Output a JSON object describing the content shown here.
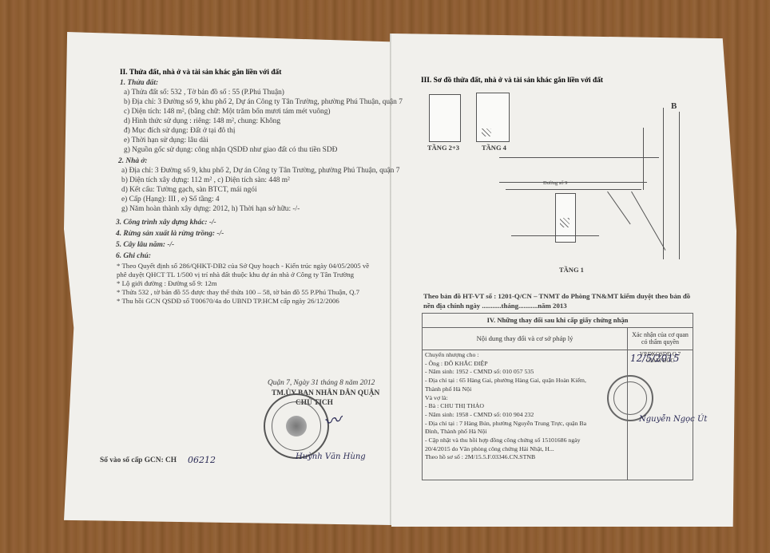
{
  "left": {
    "section_title": "II. Thửa đất, nhà ở và tài sản khác gắn liền với đất",
    "land": {
      "heading": "1. Thửa đất:",
      "lines": [
        "a) Thửa đất số:     532     , Tờ bản đồ số : 55 (P.Phú Thuận)",
        "b) Địa chỉ:  3 Đường số 9, khu phố 2, Dự án Công ty Tân Trường, phường Phú Thuận, quận 7",
        "c) Diện tích: 148 m², (bằng chữ: Một trăm bốn mươi tám mét vuông)",
        "d) Hình thức sử dụng : riêng:  148  m², chung: Không",
        "đ) Mục đích sử dụng: Đất ở tại đô thị",
        "e) Thời hạn sử dụng:  lâu dài",
        "g) Nguồn gốc sử dụng: công nhận QSDĐ như giao đất có thu tiền SDĐ"
      ]
    },
    "house": {
      "heading": "2. Nhà ở:",
      "lines": [
        "a) Địa chỉ:  3 Đường số 9, khu phố 2, Dự án Công ty Tân Trường, phường Phú Thuận, quận 7",
        "b) Diện tích xây dựng:  112 m²  , c) Diện tích sàn:  448 m²",
        "d) Kết cấu: Tường gạch, sàn BTCT, mái ngói",
        "e) Cấp (Hạng):  III  ,  e) Số tầng:    4",
        "g) Năm hoàn thành xây dựng:    2012,  h) Thời hạn sở hữu:   -/-"
      ]
    },
    "other": [
      "3. Công trình xây dựng khác: -/-",
      "4. Rừng sản xuất là rừng trồng: -/-",
      "5. Cây lâu năm: -/-"
    ],
    "notes": {
      "heading": "6. Ghi chú:",
      "lines": [
        "* Theo Quyết định số 286/QHKT-DB2 của Sở Quy hoạch - Kiến trúc ngày 04/05/2005 về",
        "phê duyệt QHCT TL 1/500 vị trí nhà đất thuộc khu dự án nhà ở Công ty Tân Trường",
        "* Lộ giới đường : Đường số 9:  12m",
        "* Thửa 532 , tờ bản đồ 55 được thay thế thửa 100 – 58, tờ bản đồ 55 P.Phú Thuận, Q.7",
        "* Thu hồi GCN QSDĐ số T00670/4a do UBND TP.HCM cấp ngày 26/12/2006"
      ]
    },
    "sign_date": "Quận 7, Ngày  31  tháng  8  năm 2012",
    "sign_org": "TM.ỦY BAN NHÂN DÂN QUẬN",
    "sign_role": "CHỦ TỊCH",
    "signer_name": "Huỳnh Văn Hùng",
    "register_label": "Số vào sổ cấp GCN: CH",
    "register_value": "06212"
  },
  "right": {
    "section_title": "III. Sơ đồ thửa đất, nhà ở và tài sản khác gắn liền với đất",
    "floor_labels": [
      "TẦNG 2+3",
      "TẦNG 4",
      "TẦNG 1"
    ],
    "marker": "B",
    "road_label": "Đường số 9",
    "verify_line1": "Theo bản đồ HT-VT số : 1201-Q/CN – TNMT do Phòng TN&MT kiểm duyệt theo bản đồ",
    "verify_line2": "nền địa chính ngày ...........tháng...........năm 2013",
    "table": {
      "title": "IV. Những thay đổi sau khi cấp giấy chứng nhận",
      "col1": "Nội dung thay đổi và cơ sở pháp lý",
      "col2": "Xác nhận của cơ quan có thẩm quyền",
      "rows": [
        "Chuyển nhượng cho :",
        "- Ông : ĐỖ KHẮC ĐIỆP",
        "- Năm sinh: 1952   - CMND số: 010 057 535",
        "- Địa chỉ tại : 65 Hàng Gai, phường Hàng Gai, quận Hoàn Kiếm,",
        "Thành phố Hà Nội",
        "Và vợ là:",
        "- Bà : CHU THỊ THẢO",
        "- Năm sinh: 1958   - CMND số: 010 904 232",
        "- Địa chỉ tại : 7 Hàng Bún, phường Nguyễn Trung Trực, quận Ba",
        "Đình, Thành phố Hà Nội",
        "- Cập nhật và thu hồi hợp đồng công chứng số 15101686 ngày",
        "20/4/2015 do Văn phòng công chứng Hải Nhật, H...",
        "Theo hồ sơ số : 2M/15.5.F.03346.CN.STNB"
      ],
      "confirm_date": "12/5/2015",
      "confirm_org": "VP.ĐKQSDĐ Q.7",
      "confirm_role": "GIÁM ĐỐC",
      "confirm_signer": "Nguyễn Ngọc Út"
    }
  },
  "colors": {
    "paper": "#f1f0ec",
    "table": "#1f1f1f",
    "ink": "#2a2a55"
  }
}
